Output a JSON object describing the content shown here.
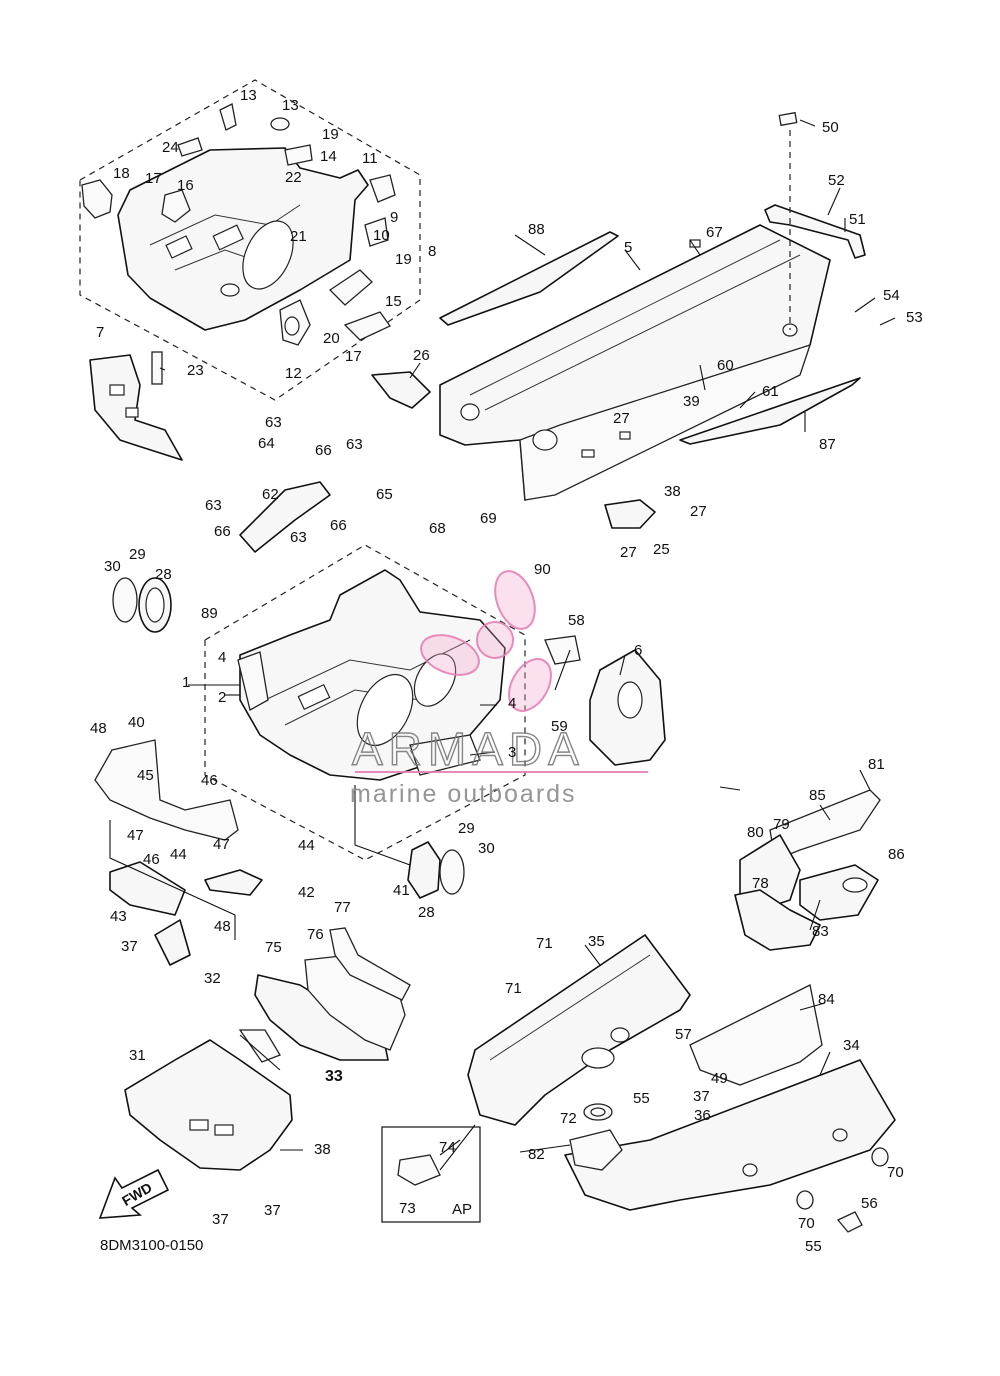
{
  "diagram": {
    "reference_code": "8DM3100-0150",
    "fwd_label": "FWD",
    "ap_label": "AP",
    "watermark": {
      "name": "ARMADA",
      "tagline": "marine outboards"
    },
    "colors": {
      "line": "#111111",
      "watermark_pink": "#e67fb4",
      "watermark_gray": "#7a7a7a"
    }
  },
  "callouts": [
    "1",
    "2",
    "3",
    "4",
    "4",
    "5",
    "6",
    "7",
    "8",
    "9",
    "10",
    "11",
    "12",
    "13",
    "13",
    "14",
    "15",
    "16",
    "17",
    "17",
    "18",
    "19",
    "19",
    "20",
    "21",
    "22",
    "23",
    "24",
    "25",
    "26",
    "27",
    "27",
    "27",
    "28",
    "28",
    "29",
    "29",
    "30",
    "30",
    "31",
    "32",
    "33",
    "34",
    "35",
    "36",
    "37",
    "37",
    "37",
    "37",
    "38",
    "38",
    "39",
    "40",
    "41",
    "42",
    "43",
    "44",
    "44",
    "45",
    "46",
    "46",
    "47",
    "47",
    "48",
    "48",
    "49",
    "50",
    "51",
    "52",
    "53",
    "54",
    "55",
    "55",
    "56",
    "57",
    "58",
    "59",
    "60",
    "61",
    "62",
    "63",
    "63",
    "63",
    "63",
    "64",
    "65",
    "66",
    "66",
    "66",
    "67",
    "68",
    "69",
    "70",
    "70",
    "71",
    "71",
    "72",
    "73",
    "74",
    "75",
    "76",
    "77",
    "78",
    "79",
    "80",
    "81",
    "82",
    "83",
    "84",
    "85",
    "86",
    "87",
    "88",
    "89",
    "90"
  ]
}
